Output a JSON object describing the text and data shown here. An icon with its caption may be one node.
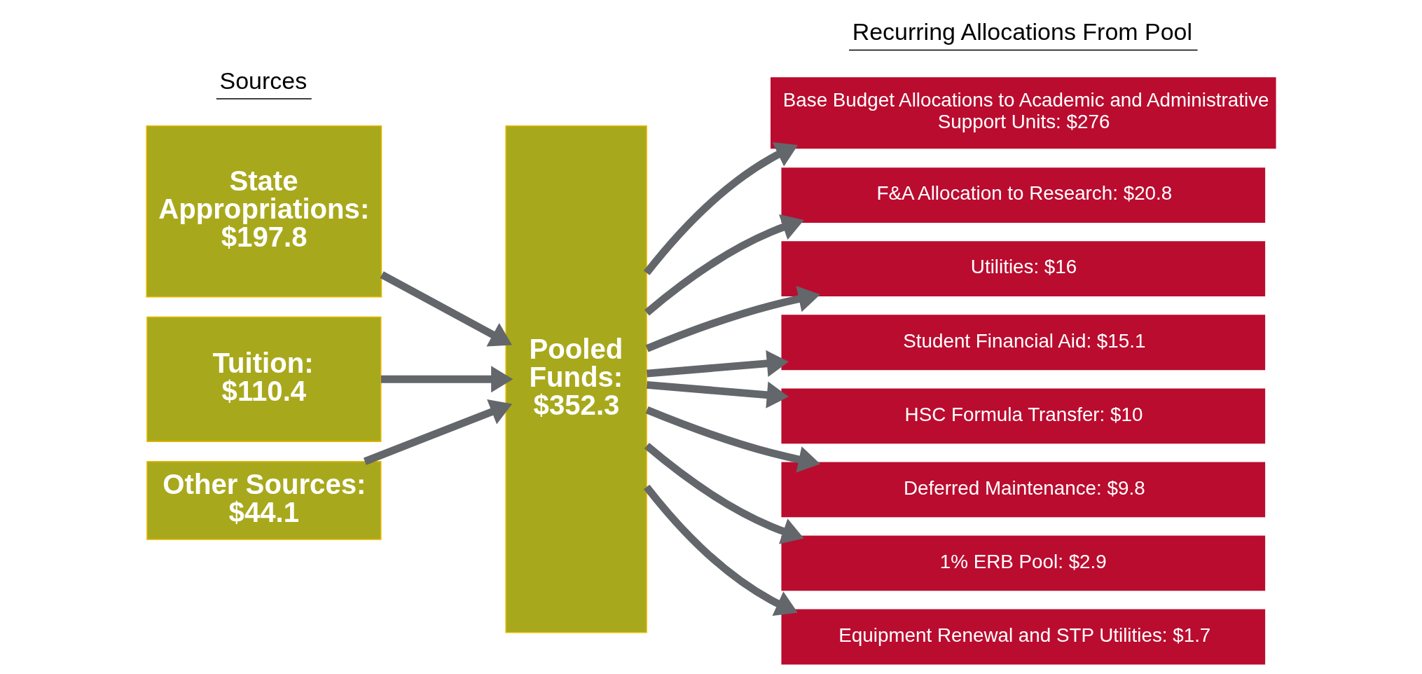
{
  "diagram": {
    "nodes": [
      {
        "text": [
          "State Appropriations: $197.8"
        ]
      },
      {
        "text": [
          "Tuition: $110.4"
        ]
      },
      {
        "text": [
          "Other Sources: $44.1"
        ]
      },
      {
        "text": [
          "Pooled Funds: $352.3"
        ]
      },
      {
        "text": [
          "Base Budget Allocations to Academic and Administrative Support Units: $276"
        ]
      },
      {
        "text": [
          "F&A Allocation to Research: $20.8"
        ]
      },
      {
        "text": [
          "Utilities: $16"
        ]
      },
      {
        "text": [
          "Student Financial Aid: $15.1"
        ]
      },
      {
        "text": [
          "HSC Formula Transfer: $10"
        ]
      },
      {
        "text": [
          "Deferred Maintenance: $9.8"
        ]
      },
      {
        "text": [
          "1% ERB Pool: $2.9"
        ]
      },
      {
        "text": [
          "Equipment Renewal and STP Utilities: $1.7"
        ]
      }
    ],
    "edges": [
      {
        "from": 0,
        "to": 3,
        "arrow": "to"
      },
      {
        "from": 1,
        "to": 3,
        "arrow": "to"
      },
      {
        "from": 2,
        "to": 3,
        "arrow": "to"
      },
      {
        "from": 3,
        "to": 4,
        "arrow": "to"
      },
      {
        "from": 3,
        "to": 5,
        "arrow": "to"
      },
      {
        "from": 3,
        "to": 6,
        "arrow": "to"
      },
      {
        "from": 3,
        "to": 7,
        "arrow": "to"
      },
      {
        "from": 3,
        "to": 8,
        "arrow": "to"
      },
      {
        "from": 3,
        "to": 9,
        "arrow": "to"
      },
      {
        "from": 3,
        "to": 10,
        "arrow": "to"
      },
      {
        "from": 3,
        "to": 11,
        "arrow": "to"
      }
    ],
    "labels": [
      "Sources",
      "Recurring Allocations From Pool"
    ]
  }
}
